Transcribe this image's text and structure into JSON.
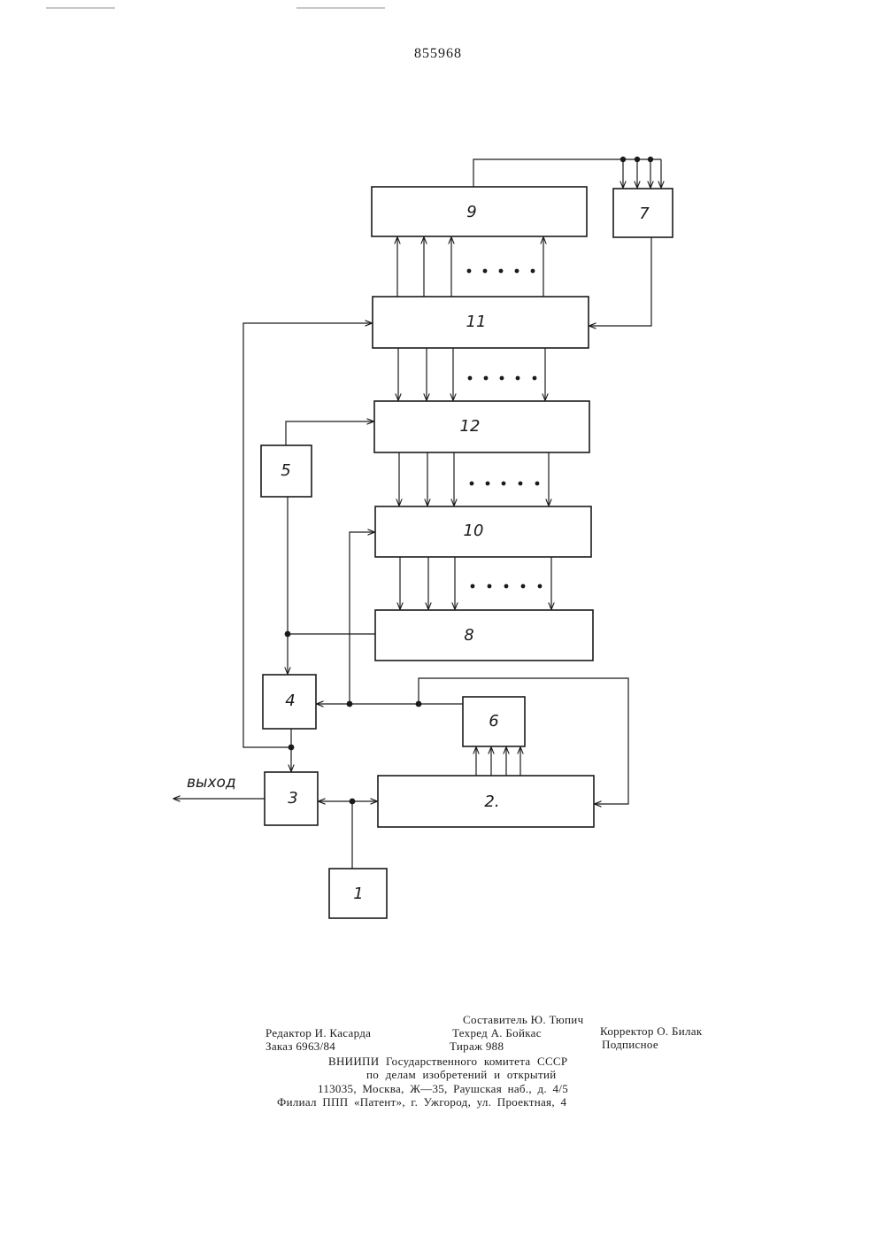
{
  "header": {
    "patent_number": "855968"
  },
  "diagram": {
    "blocks": {
      "b1": "1",
      "b2": "2.",
      "b3": "3",
      "b4": "4",
      "b5": "5",
      "b6": "6",
      "b7": "7",
      "b8": "8",
      "b9": "9",
      "b10": "10",
      "b11": "11",
      "b12": "12"
    },
    "output_label": "выход"
  },
  "colophon": {
    "compiler": "Составитель Ю. Тюпич",
    "editor": "Редактор И. Касарда",
    "techred": "Техред А. Бойкас",
    "corrector": "Корректор О. Билак",
    "order": "Заказ 6963/84",
    "circulation": "Тираж 988",
    "subscription": "Подписное",
    "org_line1": "ВНИИПИ Государственного комитета СССР",
    "org_line2": "по делам изобретений и открытий",
    "address": "113035, Москва, Ж—35, Раушская наб., д. 4/5",
    "branch": "Филиал ППП «Патент», г. Ужгород, ул. Проектная, 4"
  }
}
